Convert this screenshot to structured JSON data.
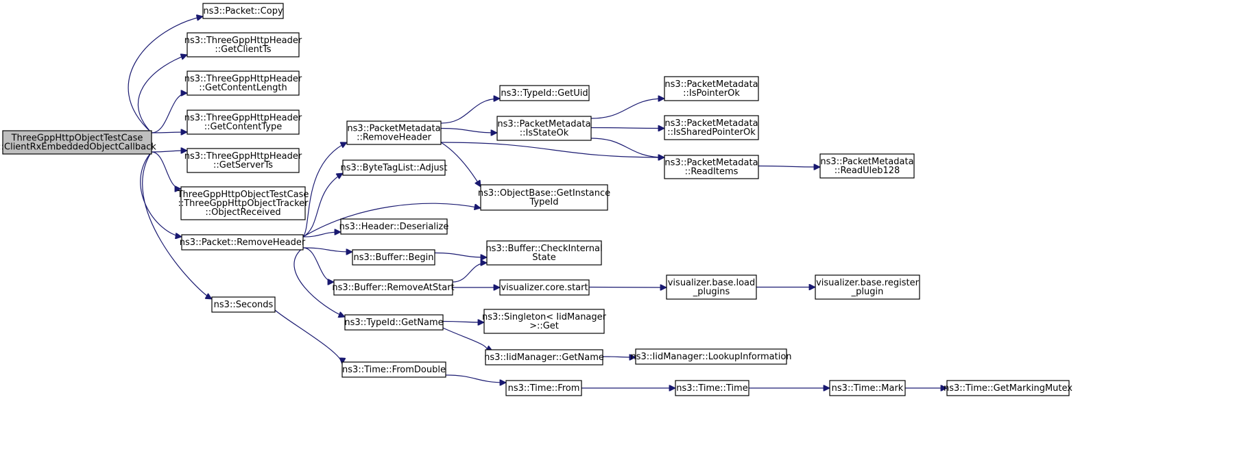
{
  "diagram": {
    "nodes": [
      {
        "id": "root",
        "lines": [
          "ThreeGppHttpObjectTestCase",
          "::ClientRxEmbeddedObjectCallback"
        ],
        "highlight": true
      },
      {
        "id": "packet_copy",
        "lines": [
          "ns3::Packet::Copy"
        ]
      },
      {
        "id": "get_client_ts",
        "lines": [
          "ns3::ThreeGppHttpHeader",
          "::GetClientTs"
        ]
      },
      {
        "id": "get_content_length",
        "lines": [
          "ns3::ThreeGppHttpHeader",
          "::GetContentLength"
        ]
      },
      {
        "id": "get_content_type",
        "lines": [
          "ns3::ThreeGppHttpHeader",
          "::GetContentType"
        ]
      },
      {
        "id": "get_server_ts",
        "lines": [
          "ns3::ThreeGppHttpHeader",
          "::GetServerTs"
        ]
      },
      {
        "id": "object_received",
        "lines": [
          "ThreeGppHttpObjectTestCase",
          "::ThreeGppHttpObjectTracker",
          "::ObjectReceived"
        ]
      },
      {
        "id": "packet_remove_header",
        "lines": [
          "ns3::Packet::RemoveHeader"
        ]
      },
      {
        "id": "seconds",
        "lines": [
          "ns3::Seconds"
        ]
      },
      {
        "id": "pm_remove_header",
        "lines": [
          "ns3::PacketMetadata",
          "::RemoveHeader"
        ]
      },
      {
        "id": "bytetag_adjust",
        "lines": [
          "ns3::ByteTagList::Adjust"
        ]
      },
      {
        "id": "header_deserialize",
        "lines": [
          "ns3::Header::Deserialize"
        ]
      },
      {
        "id": "buffer_begin",
        "lines": [
          "ns3::Buffer::Begin"
        ]
      },
      {
        "id": "buffer_remove_at_start",
        "lines": [
          "ns3::Buffer::RemoveAtStart"
        ]
      },
      {
        "id": "typeid_get_name",
        "lines": [
          "ns3::TypeId::GetName"
        ]
      },
      {
        "id": "time_from_double",
        "lines": [
          "ns3::Time::FromDouble"
        ]
      },
      {
        "id": "typeid_get_uid",
        "lines": [
          "ns3::TypeId::GetUid"
        ]
      },
      {
        "id": "pm_is_state_ok",
        "lines": [
          "ns3::PacketMetadata",
          "::IsStateOk"
        ]
      },
      {
        "id": "objectbase_get_instance_typeid",
        "lines": [
          "ns3::ObjectBase::GetInstance",
          "TypeId"
        ]
      },
      {
        "id": "buffer_check_internal_state",
        "lines": [
          "ns3::Buffer::CheckInternal",
          "State"
        ]
      },
      {
        "id": "visualizer_core_start",
        "lines": [
          "visualizer.core.start"
        ]
      },
      {
        "id": "singleton_get",
        "lines": [
          "ns3::Singleton< IidManager",
          ">::Get"
        ]
      },
      {
        "id": "iidmanager_get_name",
        "lines": [
          "ns3::IidManager::GetName"
        ]
      },
      {
        "id": "time_from",
        "lines": [
          "ns3::Time::From"
        ]
      },
      {
        "id": "pm_is_pointer_ok",
        "lines": [
          "ns3::PacketMetadata",
          "::IsPointerOk"
        ]
      },
      {
        "id": "pm_is_shared_pointer_ok",
        "lines": [
          "ns3::PacketMetadata",
          "::IsSharedPointerOk"
        ]
      },
      {
        "id": "pm_read_items",
        "lines": [
          "ns3::PacketMetadata",
          "::ReadItems"
        ]
      },
      {
        "id": "visualizer_base_load_plugins",
        "lines": [
          "visualizer.base.load",
          "_plugins"
        ]
      },
      {
        "id": "iidmanager_lookup_information",
        "lines": [
          "ns3::IidManager::LookupInformation"
        ]
      },
      {
        "id": "time_time",
        "lines": [
          "ns3::Time::Time"
        ]
      },
      {
        "id": "pm_read_uleb128",
        "lines": [
          "ns3::PacketMetadata",
          "::ReadUleb128"
        ]
      },
      {
        "id": "visualizer_base_register_plugin",
        "lines": [
          "visualizer.base.register",
          "_plugin"
        ]
      },
      {
        "id": "time_mark",
        "lines": [
          "ns3::Time::Mark"
        ]
      },
      {
        "id": "time_get_marking_mutex",
        "lines": [
          "ns3::Time::GetMarkingMutex"
        ]
      }
    ],
    "edges": [
      {
        "from": "root",
        "to": "packet_copy"
      },
      {
        "from": "root",
        "to": "get_client_ts"
      },
      {
        "from": "root",
        "to": "get_content_length"
      },
      {
        "from": "root",
        "to": "get_content_type"
      },
      {
        "from": "root",
        "to": "get_server_ts"
      },
      {
        "from": "root",
        "to": "object_received"
      },
      {
        "from": "root",
        "to": "packet_remove_header"
      },
      {
        "from": "root",
        "to": "seconds"
      },
      {
        "from": "packet_remove_header",
        "to": "pm_remove_header"
      },
      {
        "from": "packet_remove_header",
        "to": "bytetag_adjust"
      },
      {
        "from": "packet_remove_header",
        "to": "objectbase_get_instance_typeid"
      },
      {
        "from": "packet_remove_header",
        "to": "header_deserialize"
      },
      {
        "from": "packet_remove_header",
        "to": "buffer_begin"
      },
      {
        "from": "packet_remove_header",
        "to": "buffer_remove_at_start"
      },
      {
        "from": "packet_remove_header",
        "to": "typeid_get_name"
      },
      {
        "from": "pm_remove_header",
        "to": "typeid_get_uid"
      },
      {
        "from": "pm_remove_header",
        "to": "pm_is_state_ok"
      },
      {
        "from": "pm_remove_header",
        "to": "objectbase_get_instance_typeid"
      },
      {
        "from": "pm_remove_header",
        "to": "pm_read_items"
      },
      {
        "from": "pm_is_state_ok",
        "to": "pm_is_pointer_ok"
      },
      {
        "from": "pm_is_state_ok",
        "to": "pm_is_shared_pointer_ok"
      },
      {
        "from": "pm_is_state_ok",
        "to": "pm_read_items"
      },
      {
        "from": "pm_read_items",
        "to": "pm_read_uleb128"
      },
      {
        "from": "buffer_begin",
        "to": "buffer_check_internal_state"
      },
      {
        "from": "buffer_remove_at_start",
        "to": "buffer_check_internal_state"
      },
      {
        "from": "buffer_remove_at_start",
        "to": "visualizer_core_start"
      },
      {
        "from": "visualizer_core_start",
        "to": "visualizer_base_load_plugins"
      },
      {
        "from": "visualizer_base_load_plugins",
        "to": "visualizer_base_register_plugin"
      },
      {
        "from": "typeid_get_name",
        "to": "singleton_get"
      },
      {
        "from": "typeid_get_name",
        "to": "iidmanager_get_name"
      },
      {
        "from": "iidmanager_get_name",
        "to": "iidmanager_lookup_information"
      },
      {
        "from": "seconds",
        "to": "time_from_double"
      },
      {
        "from": "time_from_double",
        "to": "time_from"
      },
      {
        "from": "time_from",
        "to": "time_time"
      },
      {
        "from": "time_time",
        "to": "time_mark"
      },
      {
        "from": "time_mark",
        "to": "time_get_marking_mutex"
      }
    ]
  }
}
